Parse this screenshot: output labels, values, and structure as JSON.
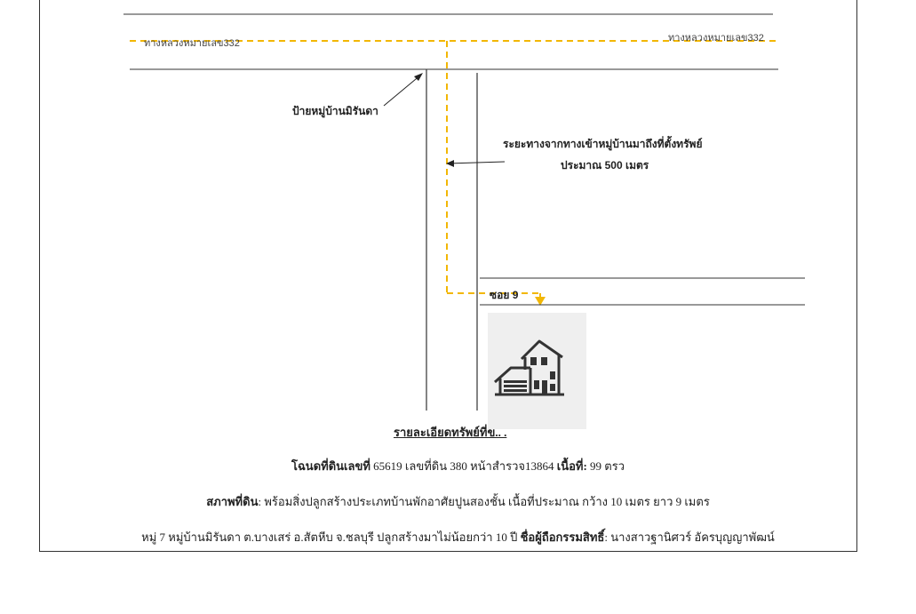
{
  "map": {
    "highway_label_left": "ทางหลวงหมายเลข332",
    "highway_label_right": "ทางหลวงหมายเลข332",
    "village_sign_label": "ป้ายหมู่บ้านมิรันดา",
    "distance_line1": "ระยะทางจากทางเข้าหมู่บ้านมาถึงที่ตั้งทรัพย์",
    "distance_line2": "ประมาณ 500 เมตร",
    "soi_label": "ซอย 9",
    "house_icon": "house-icon",
    "route_color": "#f2b705",
    "road_color": "#333333"
  },
  "details": {
    "title": "รายละเอียดทรัพย์ที่ข.. .",
    "line1": {
      "label": "โฉนดที่ดินเลขที่",
      "value": "65619 เลขที่ดิน 380 หน้าสำรวจ13864",
      "label2": "เนื้อที่:",
      "value2": "99 ตรว"
    },
    "line2": {
      "label": "สภาพที่ดิน",
      "value": ": พร้อมสิ่งปลูกสร้างประเภทบ้านพักอาศัยปูนสองชั้น เนื้อที่ประมาณ กว้าง 10 เมตร ยาว 9 เมตร"
    },
    "line3": {
      "value": "หมู่ 7 หมู่บ้านมิรันดา ต.บางเสร่ อ.สัตหีบ จ.ชลบุรี ปลูกสร้างมาไม่น้อยกว่า 10 ปี",
      "label": "ชื่อผู้ถือกรรมสิทธิ์",
      "value2": ": นางสาวฐานิศวร์ อัครบุญญาพัฒน์"
    }
  }
}
